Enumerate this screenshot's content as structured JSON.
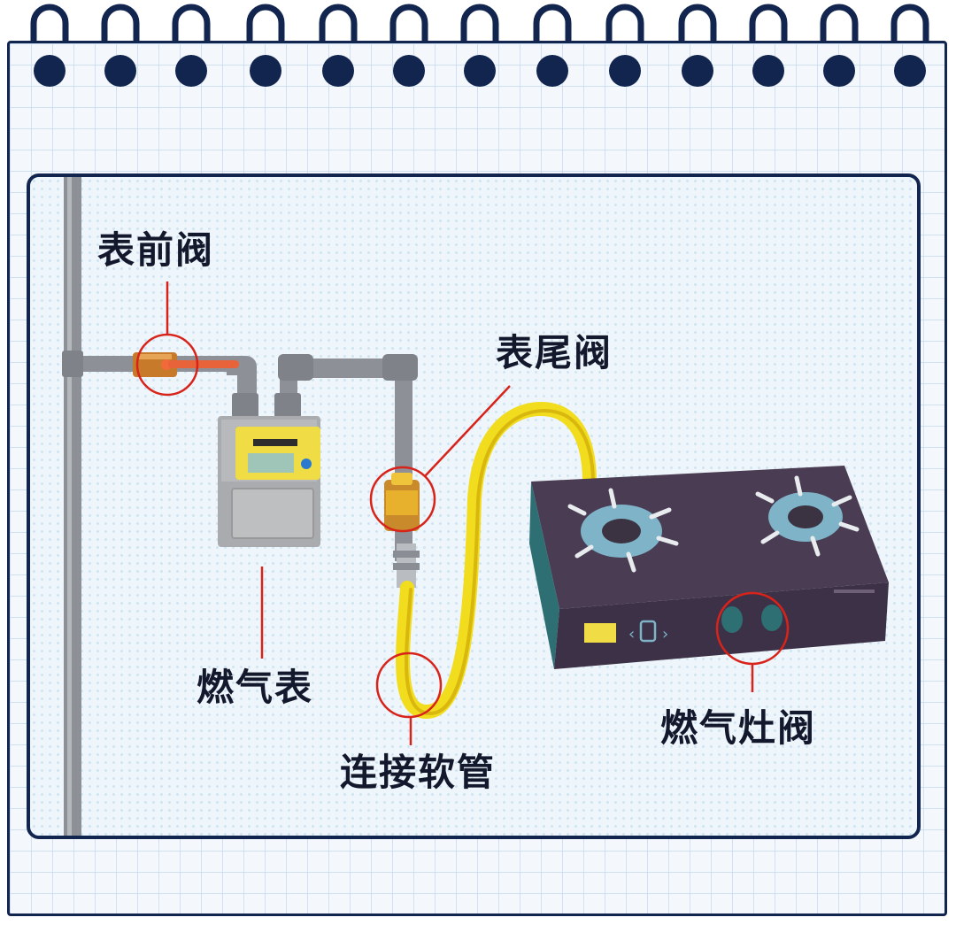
{
  "labels": {
    "pre_meter_valve": "表前阀",
    "meter_tail_valve": "表尾阀",
    "gas_meter": "燃气表",
    "connecting_hose": "连接软管",
    "stove_valve": "燃气灶阀"
  },
  "colors": {
    "pipe": "#8d9096",
    "hose": "#f2dc1e",
    "callout": "#d8231a",
    "stove": "#3d3147",
    "meter_face": "#f0dd45",
    "frame": "#12254f"
  }
}
